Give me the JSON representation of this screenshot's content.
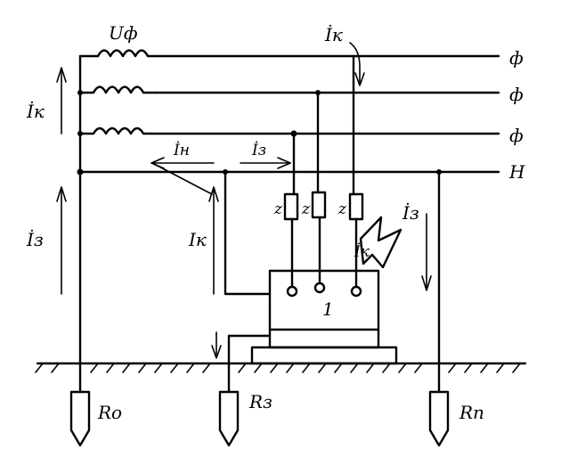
{
  "diagram": {
    "phase_voltage_label": "Uф",
    "fault_current_top": "İк",
    "conductor_labels": [
      "ф",
      "ф",
      "ф",
      "Н"
    ],
    "left_current_upper": "İк",
    "left_current_lower": "İз",
    "neutral_current_label": "İн",
    "ground_current_mid": "İз",
    "device_current_label": "Iк",
    "impedance_labels": [
      "z",
      "z",
      "z"
    ],
    "equipment_label": "1",
    "fault_arc_label": "İк",
    "right_current_label": "İз",
    "resistor_labels": [
      "Ro",
      "Rз",
      "Rп"
    ]
  }
}
